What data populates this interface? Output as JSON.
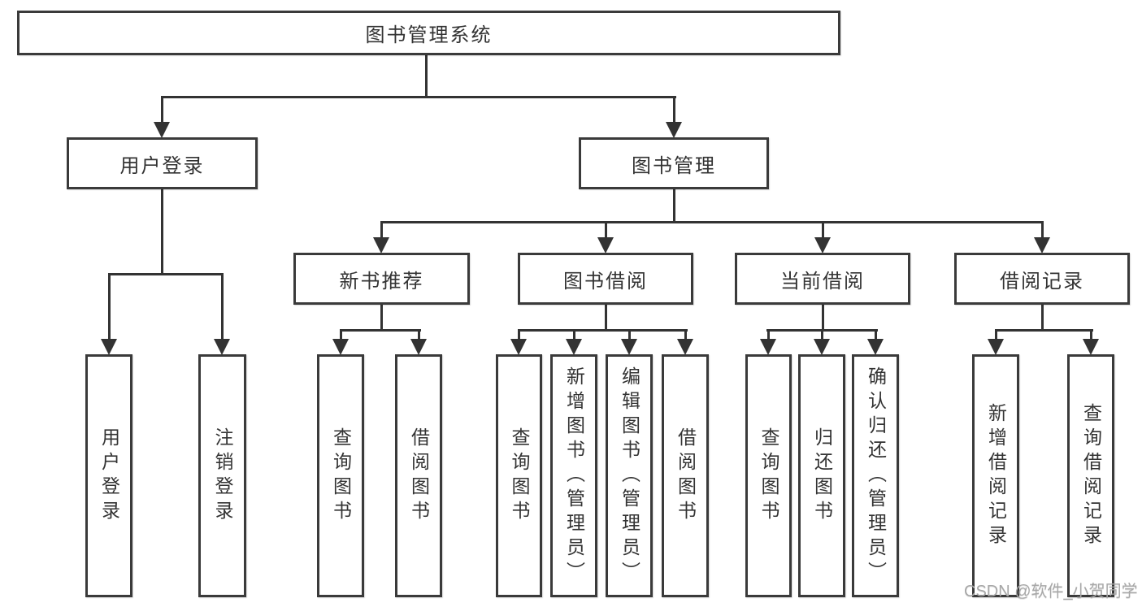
{
  "diagram_type": "hierarchy-tree",
  "colors": {
    "background": "#ffffff",
    "box_border": "#3a3a3a",
    "line": "#333333",
    "text": "#333333",
    "watermark": "#a8a8a8"
  },
  "tree": {
    "label": "图书管理系统",
    "children": [
      {
        "label": "用户登录",
        "children": [
          {
            "label": "用户登录"
          },
          {
            "label": "注销登录"
          }
        ]
      },
      {
        "label": "图书管理",
        "children": [
          {
            "label": "新书推荐",
            "children": [
              {
                "label": "查询图书"
              },
              {
                "label": "借阅图书"
              }
            ]
          },
          {
            "label": "图书借阅",
            "children": [
              {
                "label": "查询图书"
              },
              {
                "label": "新增图书（管理员）"
              },
              {
                "label": "编辑图书（管理员）"
              },
              {
                "label": "借阅图书"
              }
            ]
          },
          {
            "label": "当前借阅",
            "children": [
              {
                "label": "查询图书"
              },
              {
                "label": "归还图书"
              },
              {
                "label": "确认归还（管理员）"
              }
            ]
          },
          {
            "label": "借阅记录",
            "children": [
              {
                "label": "新增借阅记录"
              },
              {
                "label": "查询借阅记录"
              }
            ]
          }
        ]
      }
    ]
  },
  "watermark": {
    "text": "CSDN @软件_小贺同学"
  }
}
